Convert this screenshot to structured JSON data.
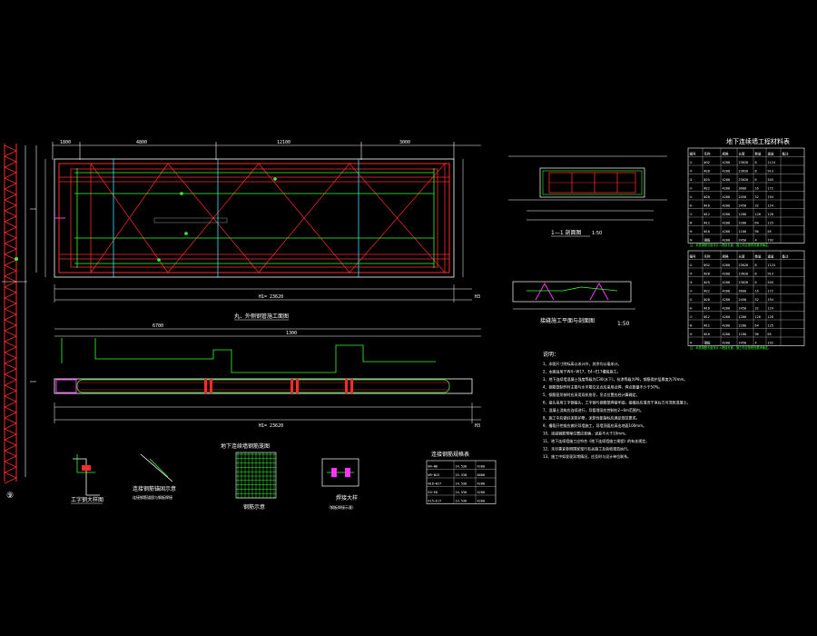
{
  "colors": {
    "background": "#000000",
    "line_white": "#ffffff",
    "line_red": "#ff2a2a",
    "line_green": "#33ff33",
    "line_cyan": "#33e6ff",
    "line_magenta": "#ff33ff",
    "line_yellow": "#ffff33",
    "text_white": "#ffffff"
  },
  "views": {
    "plan_title": "丸、外侧钢管施工面图",
    "section_title": "地下连续墙",
    "section_1_1": "1—1 剖面图",
    "section_1_1_scale": "1:50",
    "section_joint_title": "接缝施工平面与剖面图",
    "section_joint_scale": "1:50",
    "detail_steel_title": "工字钢大样图",
    "detail_anchor_title": "连接钢筋锚固示意",
    "detail_anchor_note": "连接钢筋锚固与钢板焊接",
    "detail_mesh_title": "地下连续墙钢筋笼图",
    "detail_mesh_sub": "钢筋示意",
    "detail_weld_title": "焊接大样",
    "detail_weld_sub": "（钢板焊接示意）",
    "left_panel_label": "⑨"
  },
  "dims": {
    "plan_top": [
      "1800",
      "4800",
      "12100",
      "3000"
    ],
    "plan_bottom": "H1= 23620",
    "section_bottom": "H1= 23620",
    "section_top": [
      "6700",
      "1300"
    ],
    "right_mark": "H3"
  },
  "table_top": {
    "title": "地下连续墙工程材料表",
    "headers": [
      "编号",
      "名称",
      "规格",
      "长度",
      "数量",
      "重量",
      "备注"
    ],
    "rows": [
      [
        "①",
        "Φ32",
        "4200",
        "23620",
        "8",
        "1124",
        ""
      ],
      [
        "②",
        "Φ28",
        "4200",
        "23620",
        "8",
        "913",
        ""
      ],
      [
        "③",
        "Φ25",
        "4200",
        "23620",
        "6",
        "545",
        ""
      ],
      [
        "④",
        "Φ22",
        "4200",
        "3600",
        "16",
        "172",
        ""
      ],
      [
        "⑤",
        "Φ20",
        "4200",
        "2450",
        "32",
        "194",
        ""
      ],
      [
        "⑥",
        "Φ16",
        "4200",
        "2450",
        "32",
        "124",
        ""
      ],
      [
        "⑦",
        "Φ12",
        "4200",
        "1200",
        "120",
        "128",
        ""
      ],
      [
        "⑧",
        "Φ12",
        "4200",
        "2200",
        "64",
        "125",
        ""
      ],
      [
        "⑨",
        "Φ10",
        "4200",
        "1100",
        "96",
        "65",
        ""
      ],
      [
        "⑩",
        "钢板",
        "4200",
        "2450",
        "4",
        "192",
        ""
      ]
    ],
    "footnote": "注：本表钢筋长度未计入搭接长度，施工时应按规范要求确定。"
  },
  "table_bottom": {
    "headers": [
      "编号",
      "名称",
      "规格",
      "长度",
      "数量",
      "重量",
      "备注"
    ],
    "rows": [
      [
        "①",
        "Φ32",
        "4200",
        "23620",
        "8",
        "1124",
        ""
      ],
      [
        "②",
        "Φ28",
        "4200",
        "23620",
        "8",
        "913",
        ""
      ],
      [
        "③",
        "Φ25",
        "4200",
        "23620",
        "6",
        "545",
        ""
      ],
      [
        "④",
        "Φ22",
        "4200",
        "3600",
        "16",
        "172",
        ""
      ],
      [
        "⑤",
        "Φ20",
        "4200",
        "2450",
        "32",
        "194",
        ""
      ],
      [
        "⑥",
        "Φ16",
        "4200",
        "2450",
        "32",
        "124",
        ""
      ],
      [
        "⑦",
        "Φ12",
        "4200",
        "1200",
        "120",
        "128",
        ""
      ],
      [
        "⑧",
        "Φ12",
        "4200",
        "2200",
        "64",
        "125",
        ""
      ],
      [
        "⑨",
        "Φ10",
        "4200",
        "1100",
        "96",
        "65",
        ""
      ],
      [
        "⑩",
        "钢板",
        "4200",
        "2450",
        "4",
        "192",
        ""
      ]
    ],
    "footnote": "注：本表钢筋长度未计入搭接长度，施工时应按规范要求确定。"
  },
  "table_small": {
    "title": "连接钢筋规格表",
    "rows": [
      [
        "W4~W8",
        "24.530",
        "4200"
      ],
      [
        "W9~W15",
        "25.530",
        "8000"
      ],
      [
        "W16~W17",
        "24.530",
        "4200"
      ],
      [
        "E4~E8",
        "24.530",
        "4200"
      ],
      [
        "E15~E17",
        "23.530",
        "4200"
      ]
    ]
  },
  "notes": {
    "title": "说明：",
    "items": [
      "1、本图尺寸除标高以米计外，其余均以毫米计。",
      "2、本图适用于W4~W17、E4~E17槽段施工。",
      "3、地下连续墙混凝土强度等级为C30(水下)，抗渗等级为P8，钢筋保护层厚度为70mm。",
      "4、钢筋笼制作时主筋与水平筋交叉点应采用点焊，焊点数量不少于50%。",
      "5、钢筋笼吊装时应采用双机抬吊，吊点位置应经计算确定。",
      "6、接头采用工字钢接头，工字钢与钢筋笼焊接牢固，接缝处应清洗干净后方可浇筑混凝土。",
      "7、混凝土浇筑应连续进行，导管埋深应控制在2~6m范围内。",
      "8、施工中应做好泥浆护壁，泥浆性能指标应满足规范要求。",
      "9、槽段开挖前应做好导墙施工，导墙顶面应高出地面100mm。",
      "10、连接钢筋预埋位置应准确，误差不大于10mm。",
      "11、地下连续墙施工应符合《地下连续墙施工规程》的有关规定。",
      "12、未尽事宜参照国家现行有关施工及验收规范执行。",
      "13、施工中如发现异常情况，应及时与设计单位联系。"
    ]
  }
}
